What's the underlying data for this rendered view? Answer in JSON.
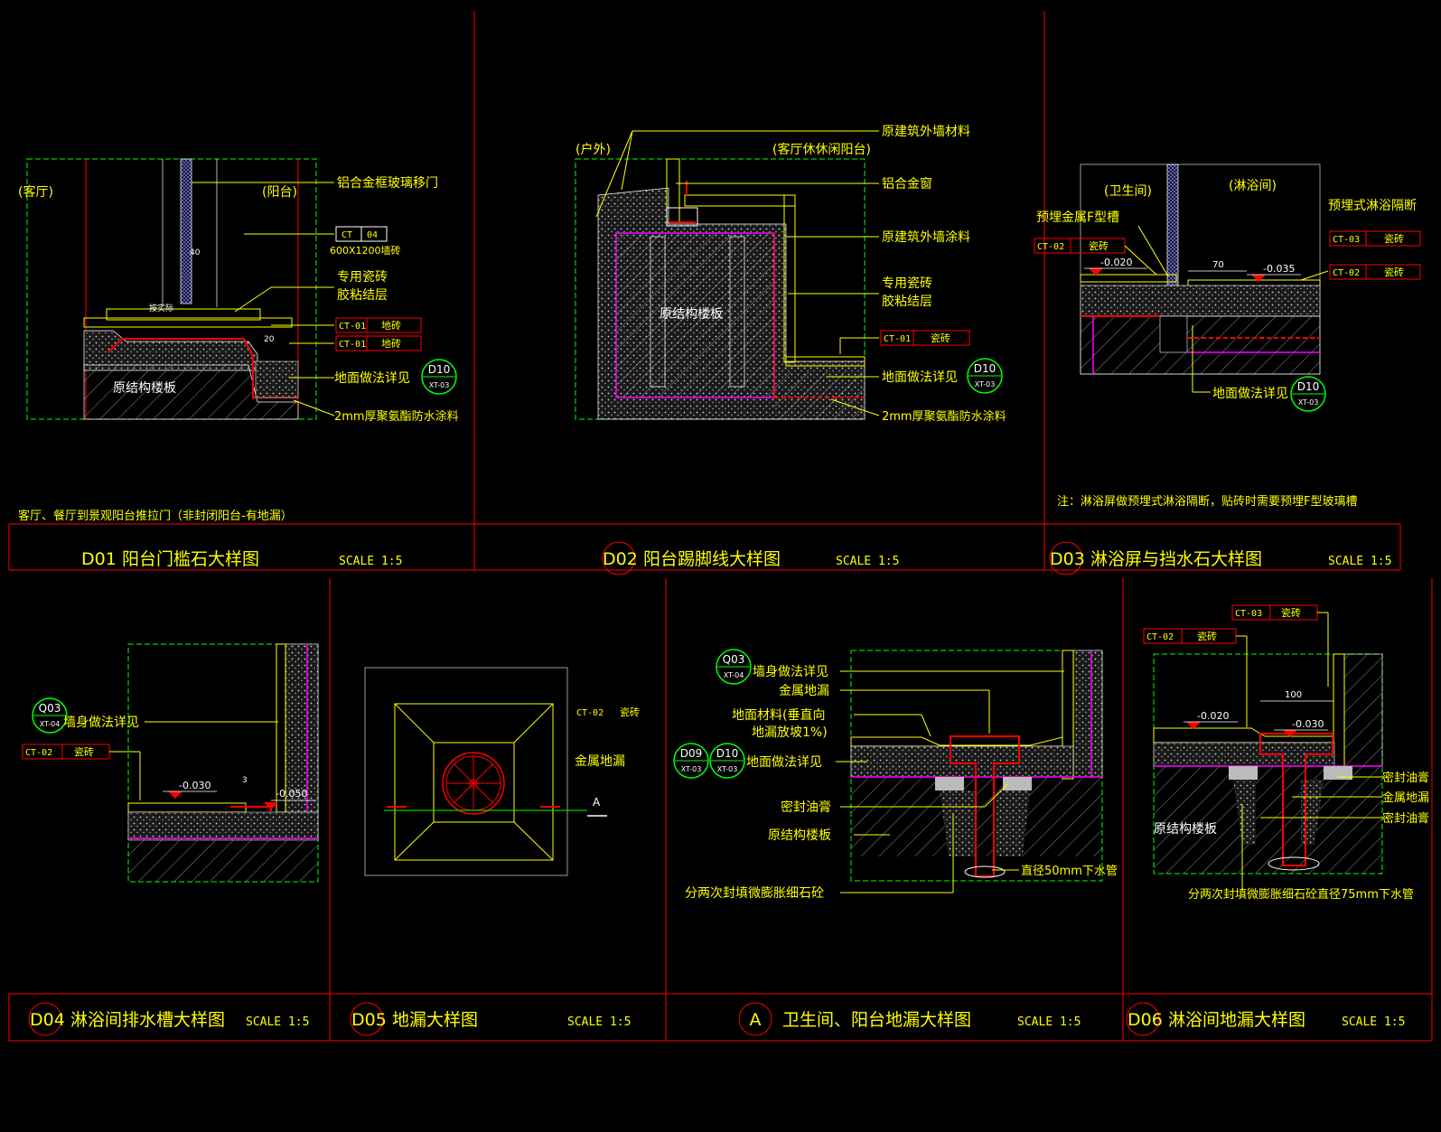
{
  "colors": {
    "background": "#000000",
    "frame": "#ff0000",
    "label": "#ffff00",
    "leader": "#ffff00",
    "dim": "#ffffff",
    "boundary": "#00ff00",
    "structure": "#ff00ff",
    "bubble": "#00ff00",
    "waterproof": "#ff0000",
    "hatch": "#9a9a9a"
  },
  "panels": {
    "d01": {
      "num": "D01",
      "title": "阳台门槛石大样图",
      "scale": "SCALE 1:5",
      "room_left": "(客厅)",
      "room_right": "(阳台)",
      "label_door": "铝合金框玻璃移门",
      "tag_ct": "CT",
      "tag_ct_num": "04",
      "tile_size": "600X1200墙砖",
      "dim_40": "40",
      "dim_stone": "按实际",
      "dim_20": "20",
      "adhesive_1": "专用瓷砖",
      "adhesive_2": "胶粘结层",
      "tag1_code": "CT-01",
      "tag1_mat": "地砖",
      "tag2_code": "CT-01",
      "tag2_mat": "地砖",
      "floor_detail": "地面做法详见",
      "bubble_top": "D10",
      "bubble_bottom": "XT-03",
      "structure": "原结构楼板",
      "waterproof": "2mm厚聚氨酯防水涂料",
      "note": "客厅、餐厅到景观阳台推拉门（非封闭阳台-有地漏）"
    },
    "d02": {
      "num": "D02",
      "title": "阳台踢脚线大样图",
      "scale": "SCALE 1:5",
      "room_left": "(户外)",
      "room_right": "(客厅休休闲阳台)",
      "label_ext_material": "原建筑外墙材料",
      "label_window": "铝合金窗",
      "label_ext_paint": "原建筑外墙涂料",
      "adhesive_1": "专用瓷砖",
      "adhesive_2": "胶粘结层",
      "tag_code": "CT-01",
      "tag_mat": "瓷砖",
      "floor_detail": "地面做法详见",
      "bubble_top": "D10",
      "bubble_bottom": "XT-03",
      "structure": "原结构楼板",
      "waterproof": "2mm厚聚氨酯防水涂料"
    },
    "d03": {
      "num": "D03",
      "title": "淋浴屏与挡水石大样图",
      "scale": "SCALE 1:5",
      "room_left": "(卫生间)",
      "room_right": "(淋浴间)",
      "label_embedded": "预埋式淋浴隔断",
      "label_fgroove": "预埋金属F型槽",
      "tag_left_code": "CT-02",
      "tag_left_mat": "瓷砖",
      "tag_r1_code": "CT-03",
      "tag_r1_mat": "瓷砖",
      "tag_r2_code": "CT-02",
      "tag_r2_mat": "瓷砖",
      "elev_left": "-0.020",
      "dim_70": "70",
      "elev_right": "-0.035",
      "floor_detail": "地面做法详见",
      "bubble_top": "D10",
      "bubble_bottom": "XT-03",
      "note": "注：淋浴屏做预埋式淋浴隔断，贴砖时需要预埋F型玻璃槽"
    },
    "d04": {
      "num": "D04",
      "title": "淋浴间排水槽大样图",
      "scale": "SCALE 1:5",
      "bubble_top": "Q03",
      "bubble_bottom": "XT-04",
      "wall_detail": "墙身做法详见",
      "tag_code": "CT-02",
      "tag_mat": "瓷砖",
      "elev_left": "-0.030",
      "elev_right": "-0.050",
      "dim_small": "3"
    },
    "d05": {
      "num": "D05",
      "title": "地漏大样图",
      "scale": "SCALE 1:5",
      "tag_code": "CT-02",
      "tag_mat": "瓷砖",
      "label_drain": "金属地漏",
      "section_mark": "A"
    },
    "a": {
      "num": "A",
      "title": "卫生间、阳台地漏大样图",
      "scale": "SCALE 1:5",
      "bubble_q_top": "Q03",
      "bubble_q_bottom": "XT-04",
      "wall_detail": "墙身做法详见",
      "label_drain": "金属地漏",
      "floor_mat_1": "地面材料(垂直向",
      "floor_mat_2": "地漏放坡1%)",
      "bubble_d09_top": "D09",
      "bubble_d09_bottom": "XT-03",
      "bubble_d10_top": "D10",
      "bubble_d10_bottom": "XT-03",
      "floor_detail": "地面做法详见",
      "label_seal": "密封油膏",
      "structure": "原结构楼板",
      "label_pipe": "直径50mm下水管",
      "label_fill": "分两次封填微膨胀细石砼"
    },
    "d06": {
      "num": "D06",
      "title": "淋浴间地漏大样图",
      "scale": "SCALE 1:5",
      "tag_top_code": "CT-03",
      "tag_top_mat": "瓷砖",
      "tag_left_code": "CT-02",
      "tag_left_mat": "瓷砖",
      "dim_100": "100",
      "elev_left": "-0.020",
      "elev_right": "-0.030",
      "label_seal_1": "密封油膏",
      "label_drain": "金属地漏",
      "label_seal_2": "密封油膏",
      "structure": "原结构楼板",
      "label_bottom": "分两次封填微膨胀细石砼直径75mm下水管"
    }
  }
}
